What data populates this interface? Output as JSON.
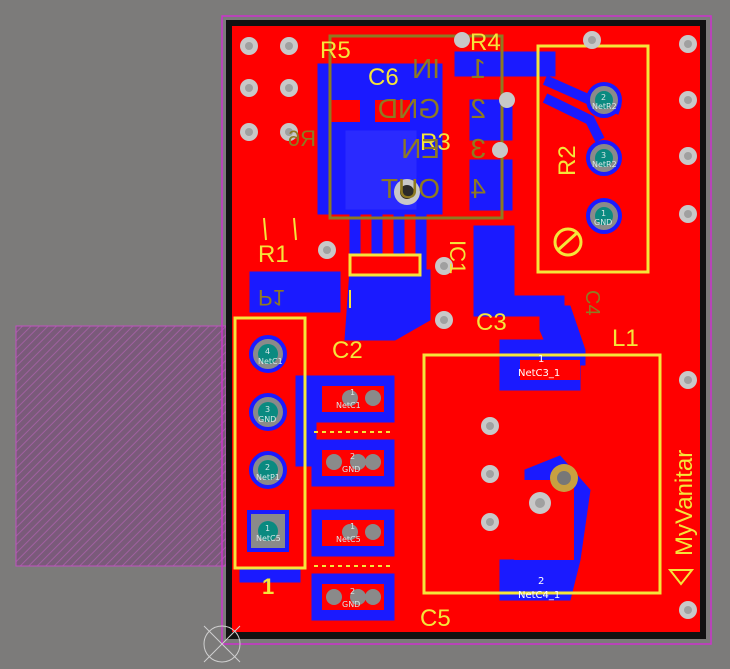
{
  "components": {
    "R5": "R5",
    "R4": "R4",
    "C6": "C6",
    "R3": "R3",
    "R2": "R2",
    "R1": "R1",
    "R6": "R6",
    "C2": "C2",
    "C3": "C3",
    "L1": "L1",
    "C5": "C5",
    "C4": "C4",
    "IC1": "IC1",
    "P1": "P1"
  },
  "regulator_pins": {
    "in": "IN",
    "gnd": "GND",
    "en": "EN",
    "out": "OUT",
    "n1": "1",
    "n2": "2",
    "n3": "3",
    "n4": "4"
  },
  "brand": "MyVanitar",
  "connector": {
    "mark": "1",
    "pads": [
      {
        "num": "4",
        "net": "NetC1"
      },
      {
        "num": "3",
        "net": "GND"
      },
      {
        "num": "2",
        "net": "NetP1"
      },
      {
        "num": "1",
        "net": "NetC5"
      }
    ]
  },
  "pot_pads": [
    {
      "num": "2",
      "net": "NetR2"
    },
    {
      "num": "3",
      "net": "NetR2"
    },
    {
      "num": "1",
      "net": "GND"
    }
  ],
  "smd_pads": {
    "c1_1": {
      "num": "1",
      "net": "NetC1"
    },
    "c1_2": {
      "num": "2",
      "net": "GND"
    },
    "c5_1": {
      "num": "1",
      "net": "NetC5"
    },
    "c5_2": {
      "num": "2",
      "net": "GND"
    }
  },
  "inductor_pads": {
    "p1": {
      "num": "1",
      "net": "NetC3_1"
    },
    "p2": {
      "num": "2",
      "net": "NetC4_1"
    }
  },
  "colors": {
    "background": "#7c7b7a",
    "copper_top": "#ff0000",
    "copper_bottom": "#1a1aff",
    "silkscreen": "#f5e53a",
    "bottom_silk": "#8e7a22",
    "board_outline": "#cc33cc",
    "keepout": "#111111"
  }
}
